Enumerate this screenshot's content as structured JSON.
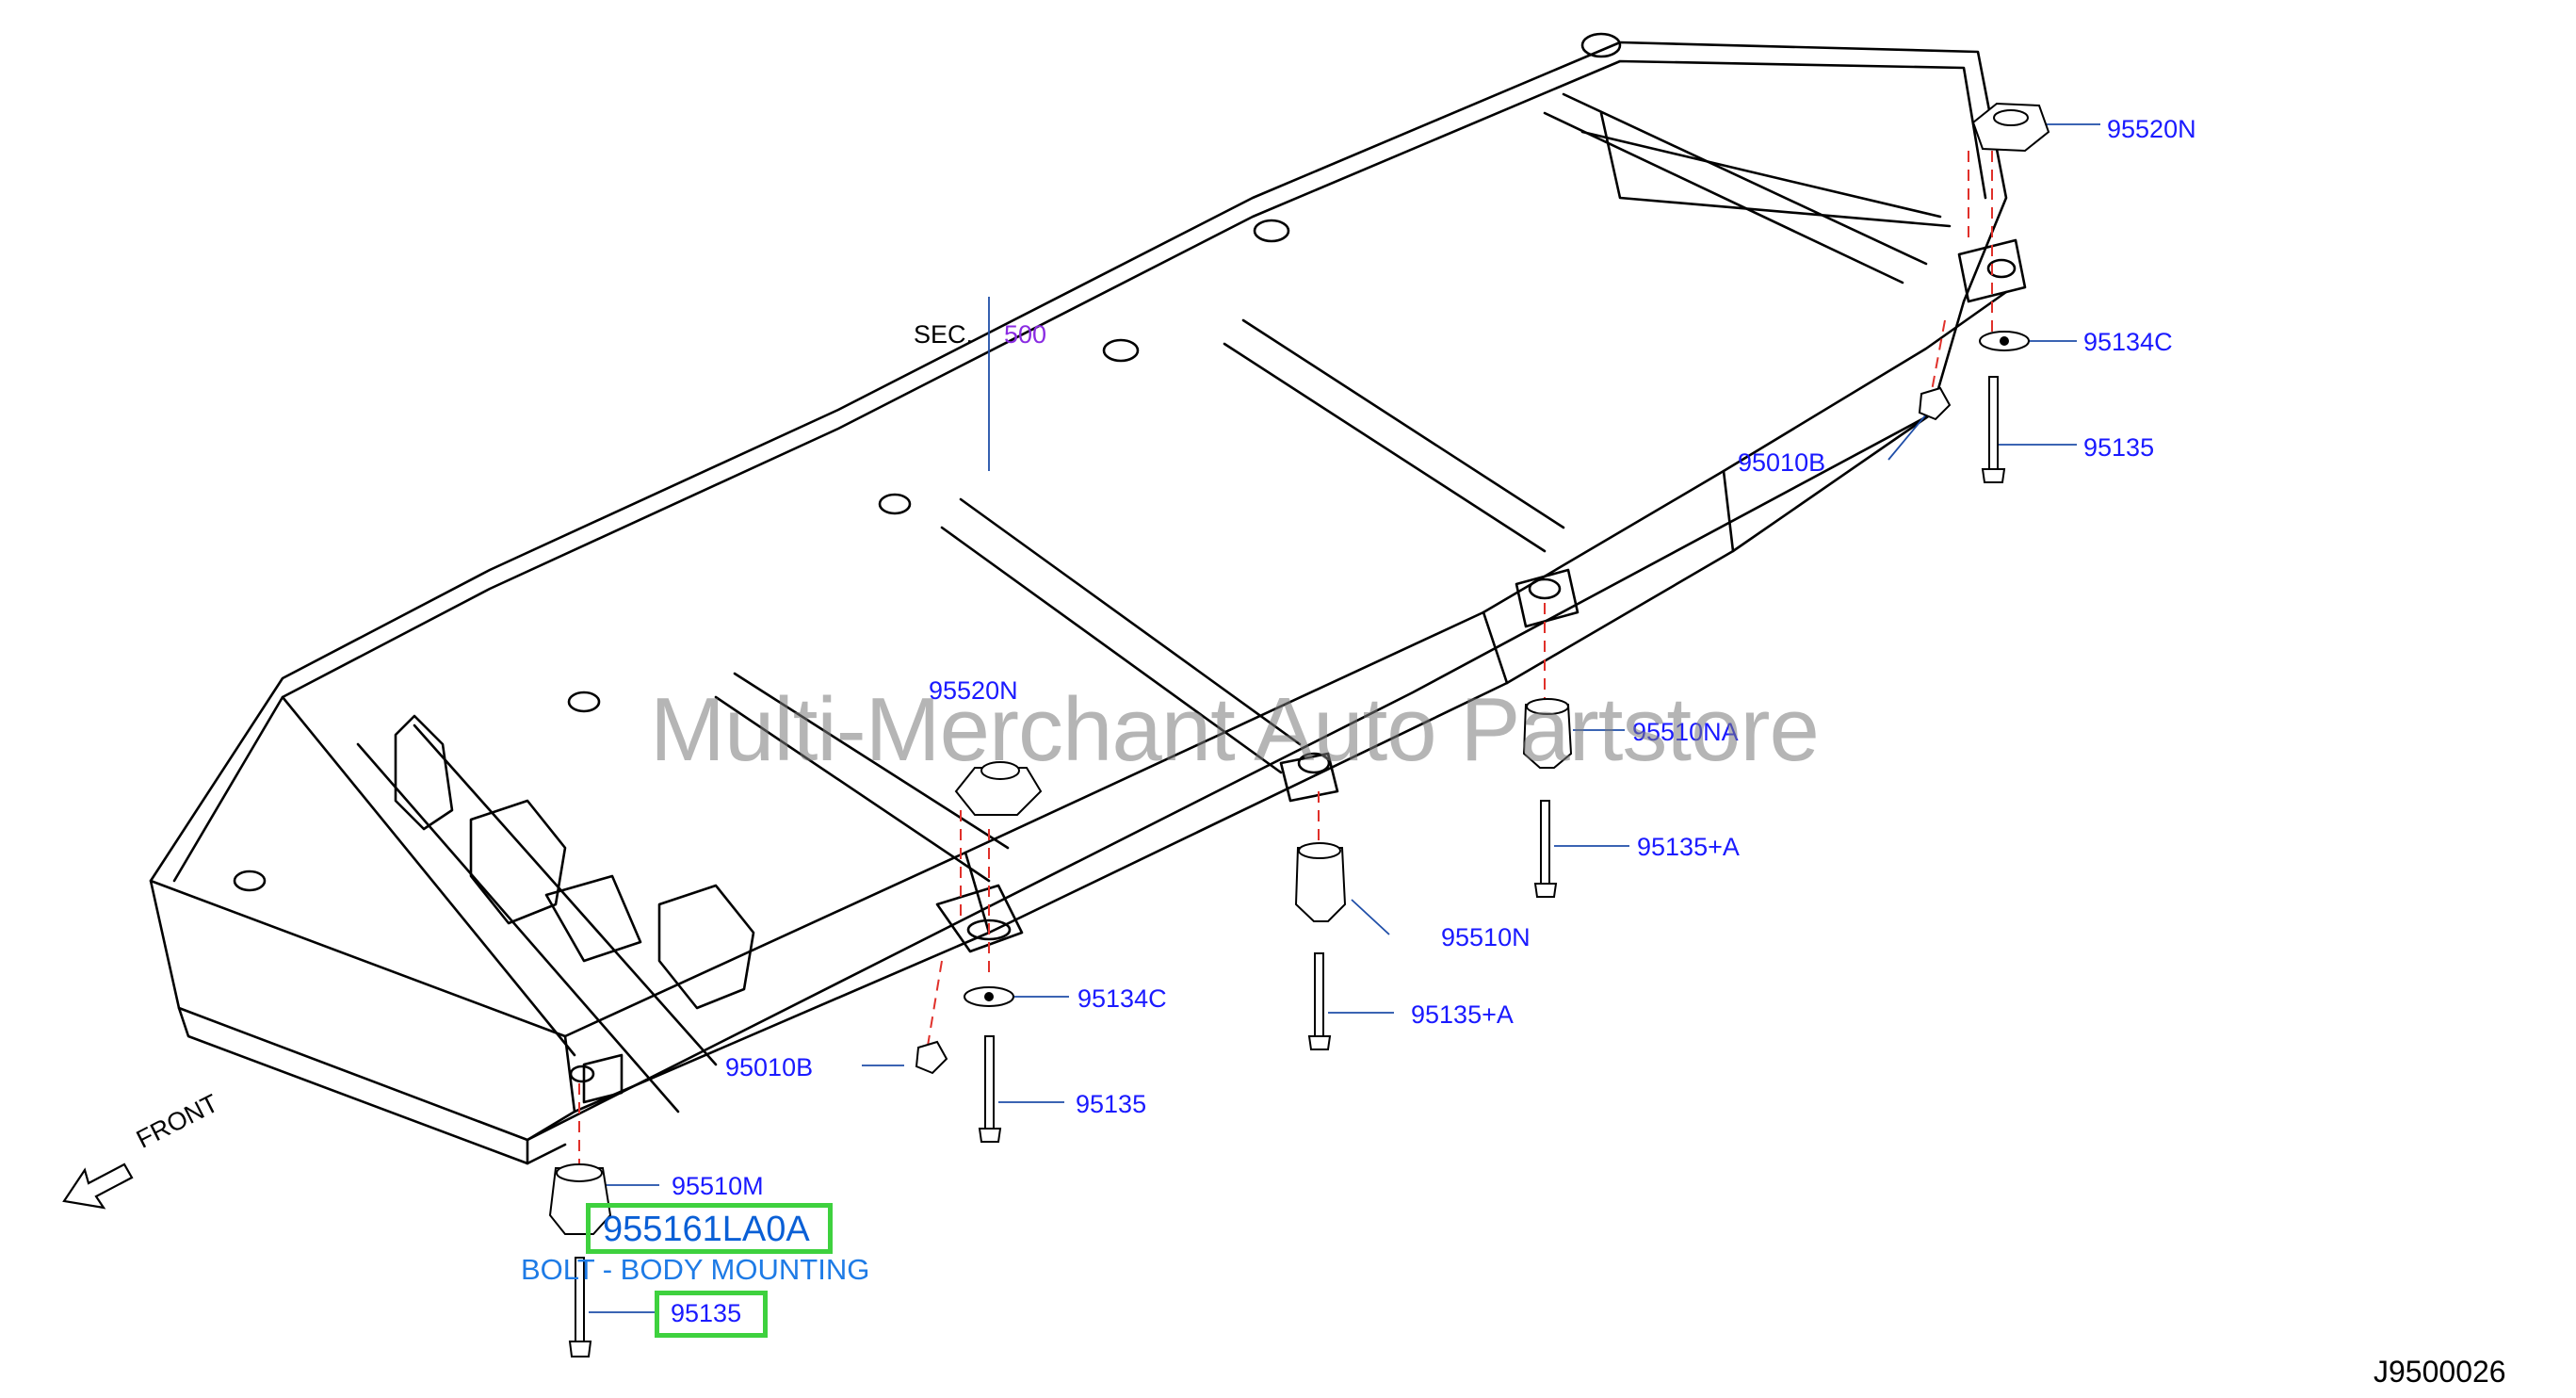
{
  "section": {
    "prefix": "SEC.",
    "number": "500"
  },
  "watermark": "Multi-Merchant Auto Partstore",
  "front_label": "FRONT",
  "document_id": "J9500026",
  "highlight": {
    "part_number": "955161LA0A",
    "description": "BOLT - BODY MOUNTING",
    "part_ref": "95135"
  },
  "labels": {
    "rear_95520n": "95520N",
    "rear_95134c": "95134C",
    "rear_95010b": "95010B",
    "rear_95135": "95135",
    "mid_95520n": "95520N",
    "mid_95510na": "95510NA",
    "mid_95135a_top": "95135+A",
    "mid_95510n": "95510N",
    "mid_95134c": "95134C",
    "mid_95135a_low": "95135+A",
    "mid_95010b": "95010B",
    "mid_95135": "95135",
    "front_95510m": "95510M"
  },
  "colors": {
    "label_blue": "#1a1aff",
    "highlight_green": "#3ed13e",
    "leader_red": "#e0302a",
    "section_purple": "#8a2be2"
  }
}
